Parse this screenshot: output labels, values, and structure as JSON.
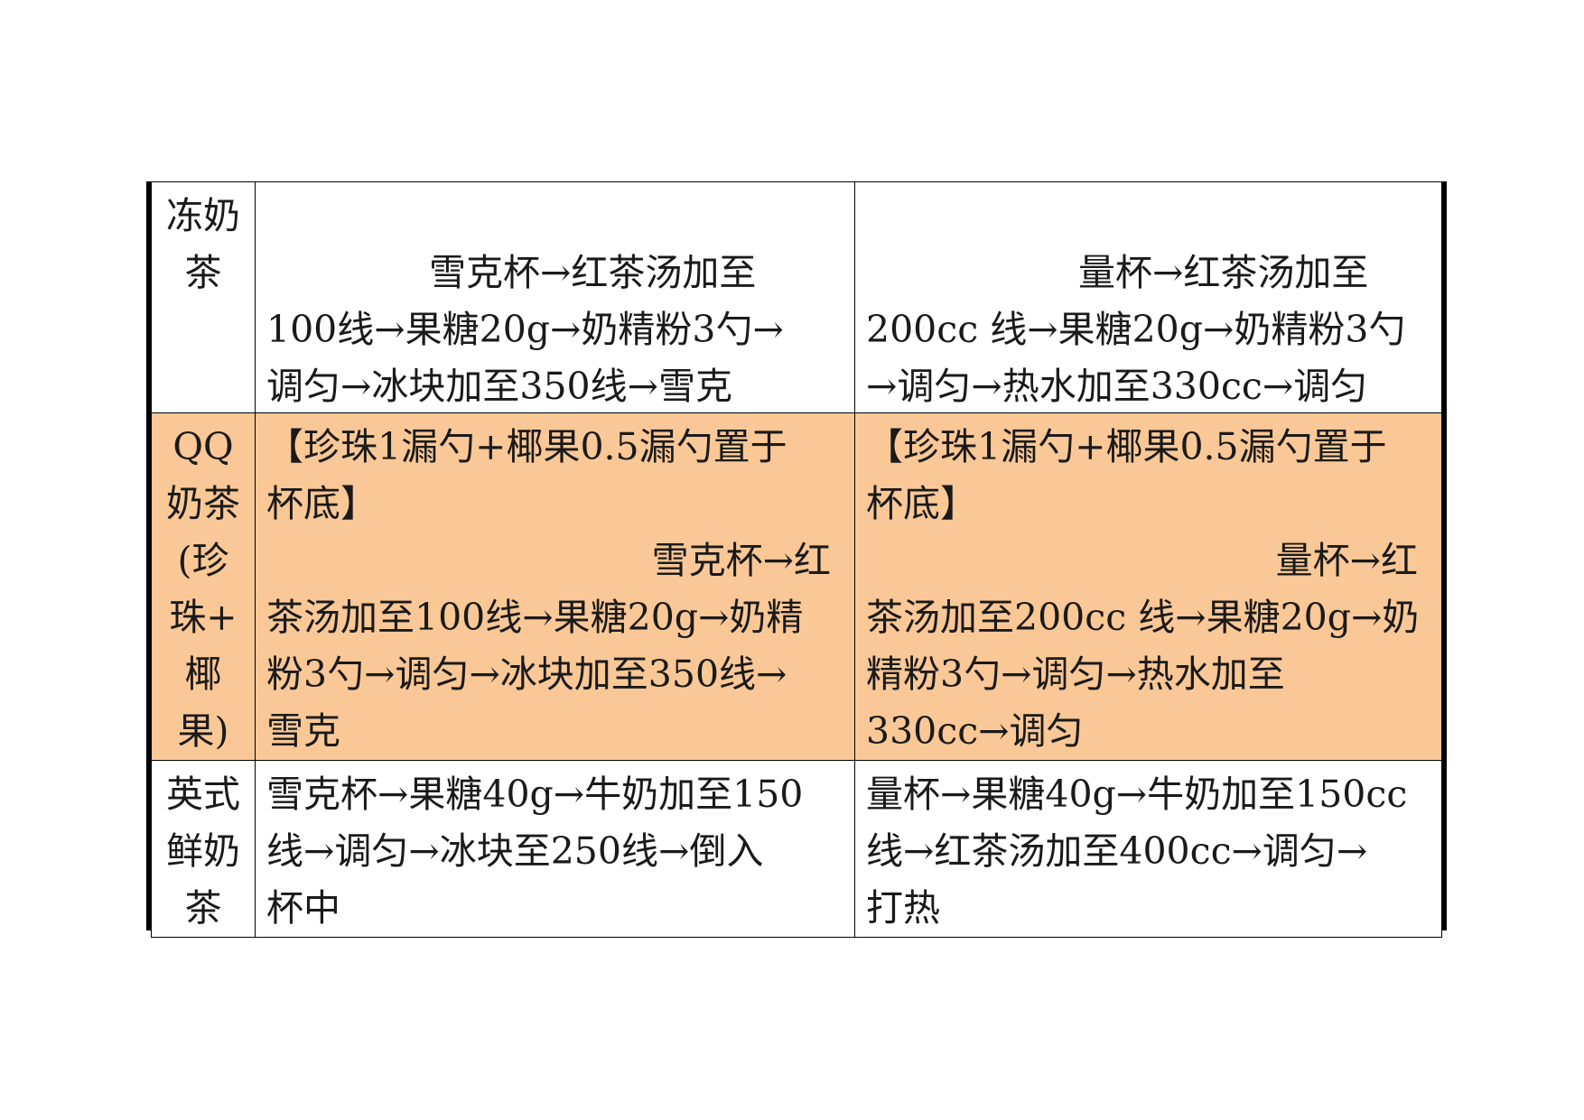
{
  "rows": [
    {
      "name_lines": [
        "冻奶",
        "茶"
      ],
      "shaker": {
        "lead": "雪克杯→红茶汤加至",
        "lines": [
          "100线→果糖20g→奶精粉3勺→",
          "调匀→冰块加至350线→雪克"
        ]
      },
      "cup": {
        "lead": "量杯→红茶汤加至",
        "lines": [
          "200cc 线→果糖20g→奶精粉3勺",
          "→调匀→热水加至330cc→调匀"
        ]
      }
    },
    {
      "name_lines": [
        "QQ",
        "奶茶",
        "(珍",
        "珠+",
        "椰",
        "果)"
      ],
      "shaker": {
        "top_lines": [
          "【珍珠1漏勺+椰果0.5漏勺置于",
          "杯底】"
        ],
        "lead": "雪克杯→红",
        "lines": [
          "茶汤加至100线→果糖20g→奶精",
          "粉3勺→调匀→冰块加至350线→",
          "雪克"
        ]
      },
      "cup": {
        "top_lines": [
          "【珍珠1漏勺+椰果0.5漏勺置于",
          "杯底】"
        ],
        "lead": "量杯→红",
        "lines": [
          "茶汤加至200cc 线→果糖20g→奶",
          "精粉3勺→调匀→热水加至",
          "330cc→调匀"
        ]
      }
    },
    {
      "name_lines": [
        "英式",
        "鲜奶",
        "茶"
      ],
      "shaker": {
        "lines": [
          "雪克杯→果糖40g→牛奶加至150",
          "线→调匀→冰块至250线→倒入",
          "杯中"
        ]
      },
      "cup": {
        "lines": [
          "量杯→果糖40g→牛奶加至150cc",
          "线→红茶汤加至400cc→调匀→",
          "打热"
        ]
      }
    }
  ],
  "colors": {
    "highlight_row": "#fac896",
    "border": "#000000"
  }
}
